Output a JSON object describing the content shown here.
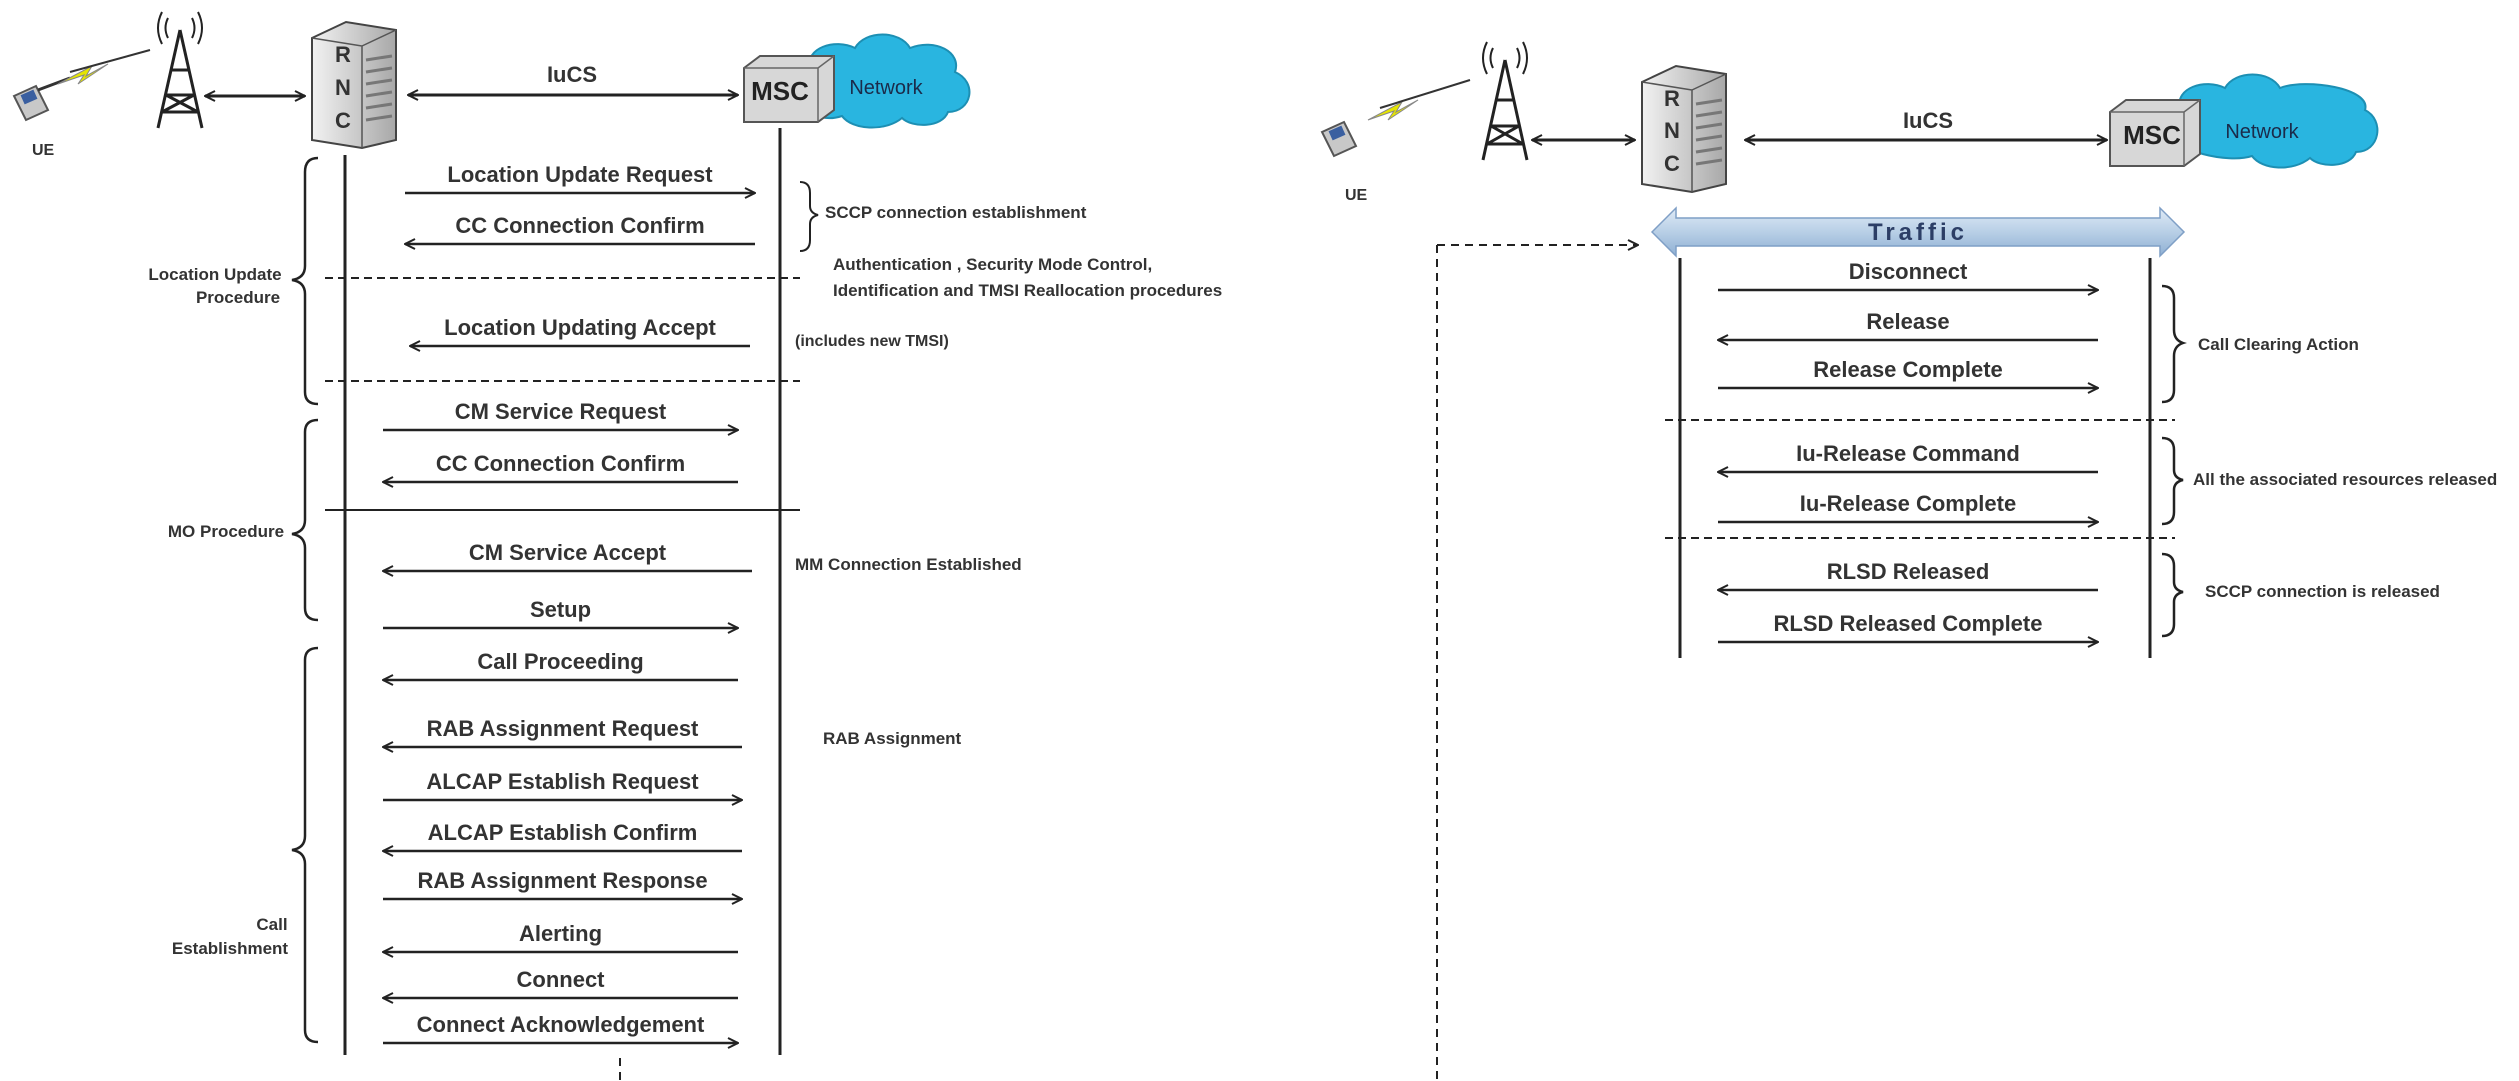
{
  "left": {
    "ue_label": "UE",
    "rnc_letters": [
      "R",
      "N",
      "C"
    ],
    "iucs_label": "IuCS",
    "msc_label": "MSC",
    "network_label": "Network",
    "section_labels": {
      "location_update": [
        "Location Update",
        "Procedure"
      ],
      "mo": "MO Procedure",
      "call_establishment": [
        "Call",
        "Establishment"
      ]
    },
    "messages": [
      "Location Update Request",
      "CC Connection Confirm",
      "Location Updating Accept",
      "CM Service Request",
      "CC Connection Confirm",
      "CM  Service Accept",
      "Setup",
      "Call Proceeding",
      "RAB Assignment Request",
      "ALCAP Establish Request",
      "ALCAP Establish Confirm",
      "RAB Assignment Response",
      "Alerting",
      "Connect",
      "Connect Acknowledgement"
    ],
    "notes": {
      "sccp": "SCCP connection establishment",
      "auth_line1": "Authentication , Security Mode Control,",
      "auth_line2": "Identification and TMSI Reallocation procedures",
      "tmsi": "(includes new TMSI)",
      "mm": "MM Connection Established",
      "rab": "RAB Assignment"
    }
  },
  "right": {
    "ue_label": "UE",
    "rnc_letters": [
      "R",
      "N",
      "C"
    ],
    "iucs_label": "IuCS",
    "msc_label": "MSC",
    "network_label": "Network",
    "traffic_label": "Traffic",
    "messages": [
      "Disconnect",
      "Release",
      "Release Complete",
      "Iu-Release Command",
      "Iu-Release Complete",
      "RLSD Released",
      "RLSD Released Complete"
    ],
    "notes": {
      "call_clearing": "Call Clearing Action",
      "resources": "All the associated resources released",
      "sccp_released": "SCCP connection is released"
    }
  },
  "colors": {
    "cloud": "#29b5e0",
    "traffic_arrow": "#b8cfe6",
    "line": "#222222",
    "lightning": "#e6e600"
  }
}
